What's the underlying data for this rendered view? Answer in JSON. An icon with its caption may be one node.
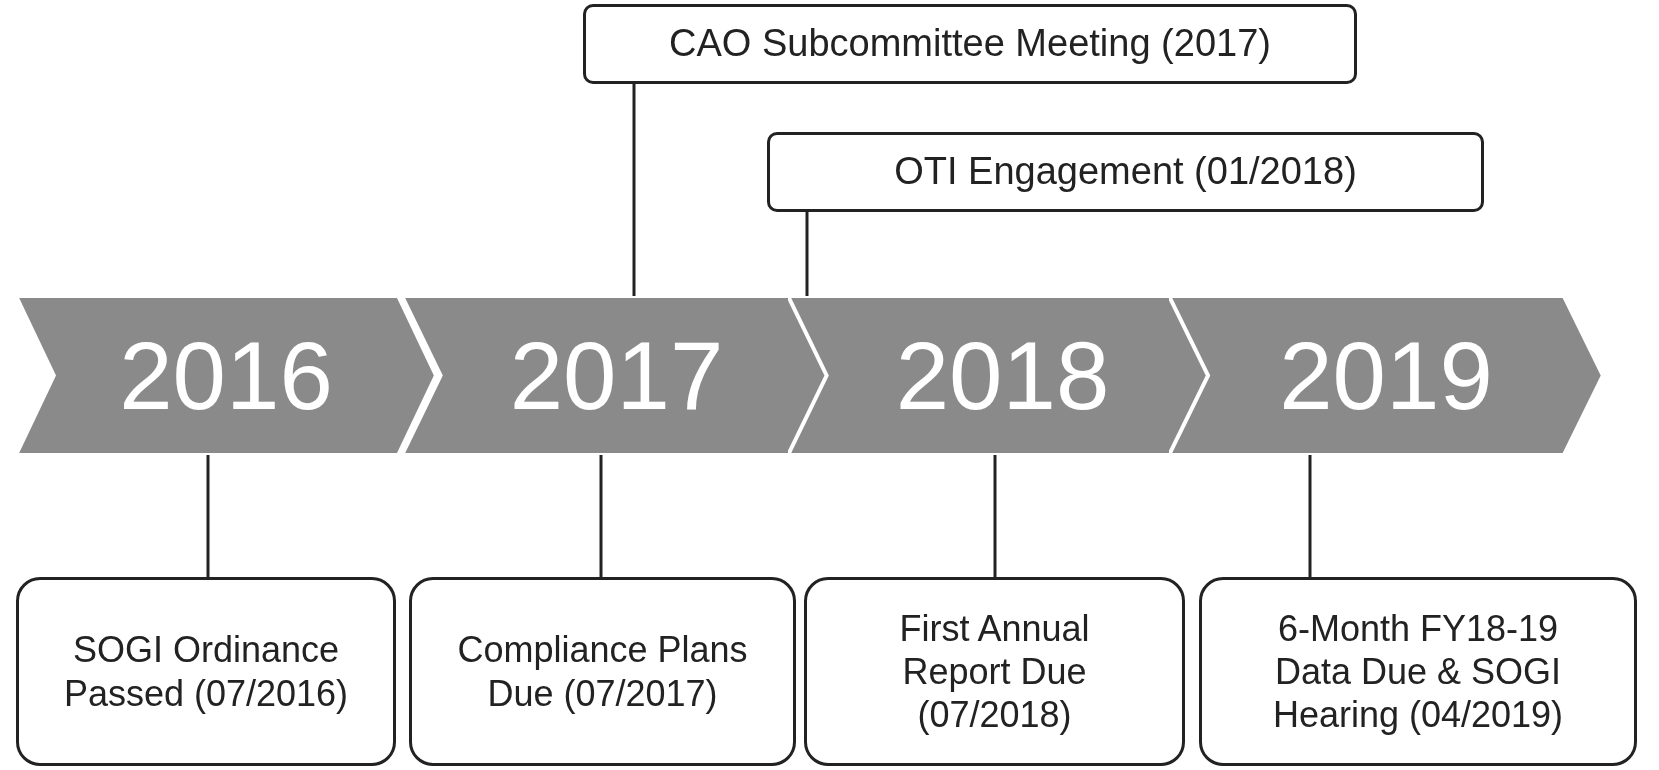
{
  "diagram": {
    "nodes": [
      {
        "text": [
          "2016"
        ]
      },
      {
        "text": [
          "2017"
        ]
      },
      {
        "text": [
          "2018"
        ]
      },
      {
        "text": [
          "2019"
        ]
      },
      {
        "text": [
          "CAO Subcommittee Meeting (2017)"
        ]
      },
      {
        "text": [
          "OTI Engagement (01/2018)"
        ]
      },
      {
        "text": [
          "SOGI Ordinance Passed (07/2016)"
        ]
      },
      {
        "text": [
          "Compliance Plans Due (07/2017)"
        ]
      },
      {
        "text": [
          "First Annual Report Due (07/2018)"
        ]
      },
      {
        "text": [
          "6-Month FY18-19 Data Due & SOGI Hearing (04/2019)"
        ]
      }
    ],
    "edges": [
      {
        "from": 4,
        "to": 1,
        "arrow": "none"
      },
      {
        "from": 5,
        "to": 2,
        "arrow": "none"
      },
      {
        "from": 0,
        "to": 6,
        "arrow": "none"
      },
      {
        "from": 1,
        "to": 7,
        "arrow": "none"
      },
      {
        "from": 2,
        "to": 8,
        "arrow": "none"
      },
      {
        "from": 3,
        "to": 9,
        "arrow": "none"
      }
    ]
  }
}
